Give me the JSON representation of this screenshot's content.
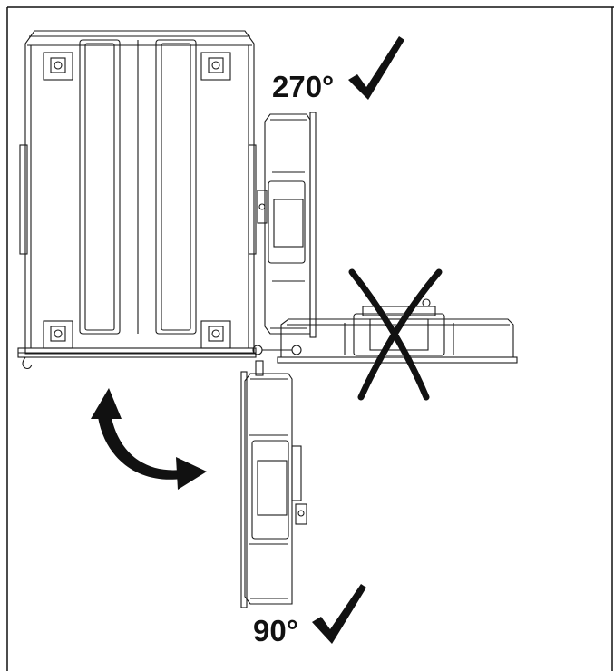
{
  "labels": {
    "angle_270": "270°",
    "angle_90": "90°"
  },
  "marks": {
    "angle_270": "allowed",
    "angle_horizontal": "not-allowed",
    "angle_90": "allowed"
  },
  "icons": {
    "allowed": "check-mark-icon",
    "not_allowed": "cross-mark-icon",
    "rotation": "curved-double-arrow-icon"
  },
  "colors": {
    "line": "#1a1a1a",
    "mark": "#111111",
    "background": "#ffffff"
  }
}
